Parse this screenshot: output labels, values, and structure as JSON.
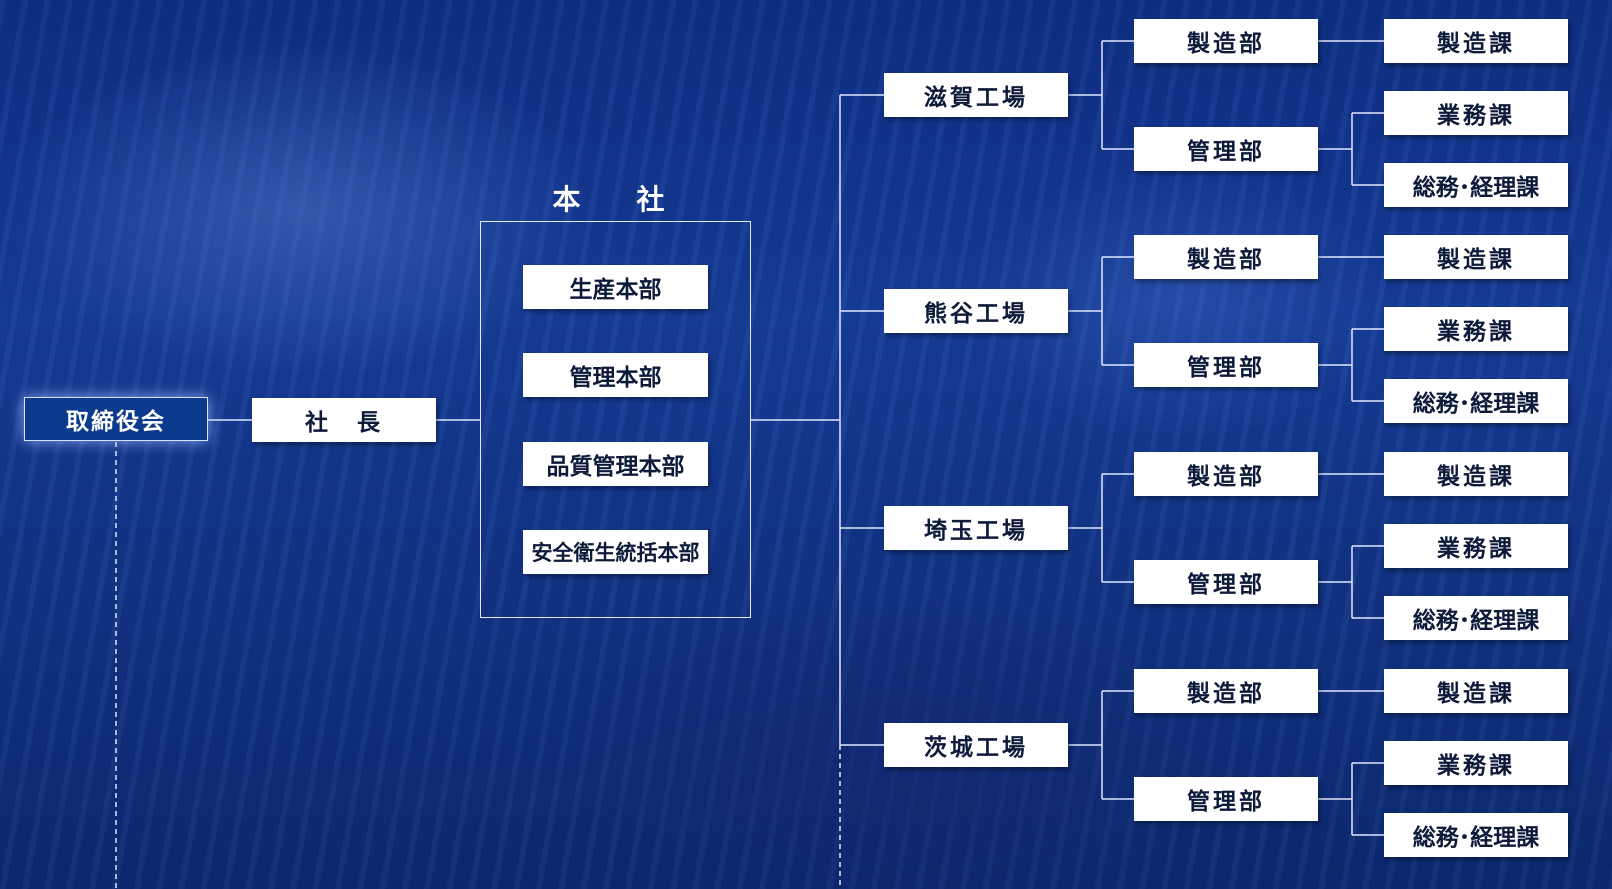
{
  "board_label": "取締役会",
  "president_label": "社　長",
  "head_office": {
    "title": "本　社",
    "divisions": [
      "生産本部",
      "管理本部",
      "品質管理本部",
      "安全衛生統括本部"
    ]
  },
  "factories": [
    {
      "name": "滋賀工場",
      "departments": [
        {
          "name": "製造部",
          "sections": [
            "製造課"
          ]
        },
        {
          "name": "管理部",
          "sections": [
            "業務課",
            "総務･経理課"
          ]
        }
      ]
    },
    {
      "name": "熊谷工場",
      "departments": [
        {
          "name": "製造部",
          "sections": [
            "製造課"
          ]
        },
        {
          "name": "管理部",
          "sections": [
            "業務課",
            "総務･経理課"
          ]
        }
      ]
    },
    {
      "name": "埼玉工場",
      "departments": [
        {
          "name": "製造部",
          "sections": [
            "製造課"
          ]
        },
        {
          "name": "管理部",
          "sections": [
            "業務課",
            "総務･経理課"
          ]
        }
      ]
    },
    {
      "name": "茨城工場",
      "departments": [
        {
          "name": "製造部",
          "sections": [
            "製造課"
          ]
        },
        {
          "name": "管理部",
          "sections": [
            "業務課",
            "総務･経理課"
          ]
        }
      ]
    }
  ],
  "colors": {
    "background": "#123384",
    "box": "#ffffff",
    "box_text": "#0d1a3a",
    "board_box": "#0c3a8e",
    "line": "#dfe7ff"
  }
}
